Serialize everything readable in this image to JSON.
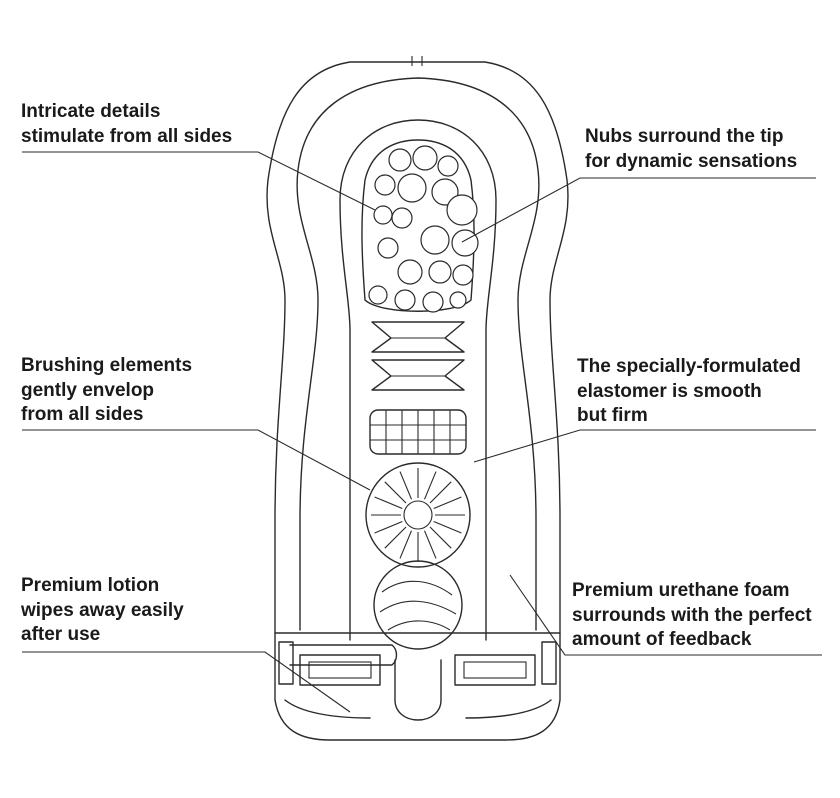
{
  "callouts": [
    {
      "id": "intricate",
      "lines": [
        "Intricate details",
        "stimulate from all sides"
      ]
    },
    {
      "id": "nubs",
      "lines": [
        "Nubs surround the tip",
        "for dynamic sensations"
      ]
    },
    {
      "id": "brushing",
      "lines": [
        "Brushing elements",
        "gently envelop",
        "from all sides"
      ]
    },
    {
      "id": "elastomer",
      "lines": [
        "The specially-formulated",
        "elastomer is smooth",
        "but firm"
      ]
    },
    {
      "id": "lotion",
      "lines": [
        "Premium lotion",
        "wipes away easily",
        "after use"
      ]
    },
    {
      "id": "foam",
      "lines": [
        "Premium urethane foam",
        "surrounds with the perfect",
        "amount of feedback"
      ]
    }
  ]
}
